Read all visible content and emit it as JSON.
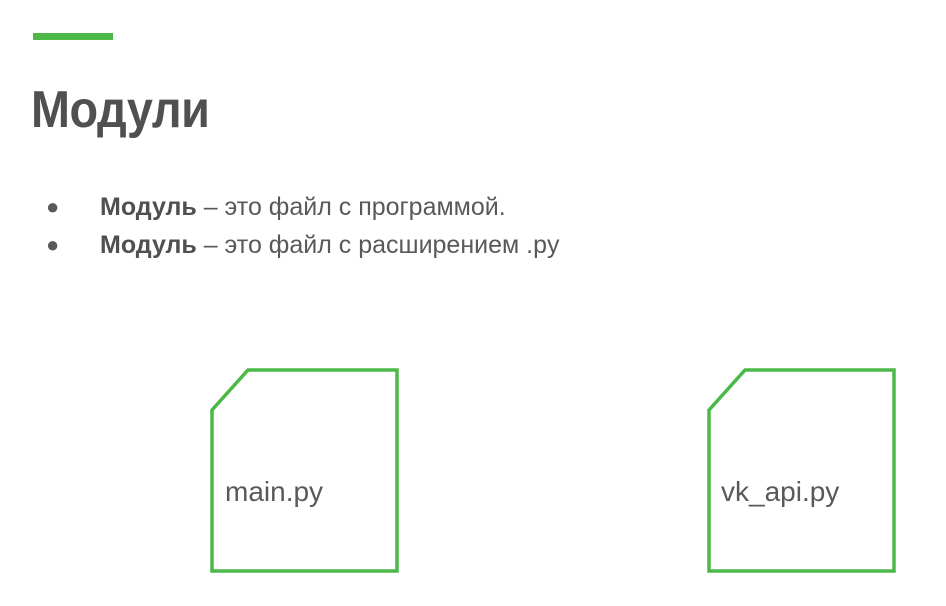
{
  "slide": {
    "title": "Модули",
    "accent_color": "#4cb848",
    "bullets": [
      {
        "marker": "●",
        "term": "Модуль",
        "rest": " – это файл с программой."
      },
      {
        "marker": "●",
        "term": "Модуль",
        "rest": " – это файл с расширением .py"
      }
    ],
    "files": [
      {
        "name": "main.py",
        "icon": "file-icon"
      },
      {
        "name": "vk_api.py",
        "icon": "file-icon"
      }
    ]
  }
}
